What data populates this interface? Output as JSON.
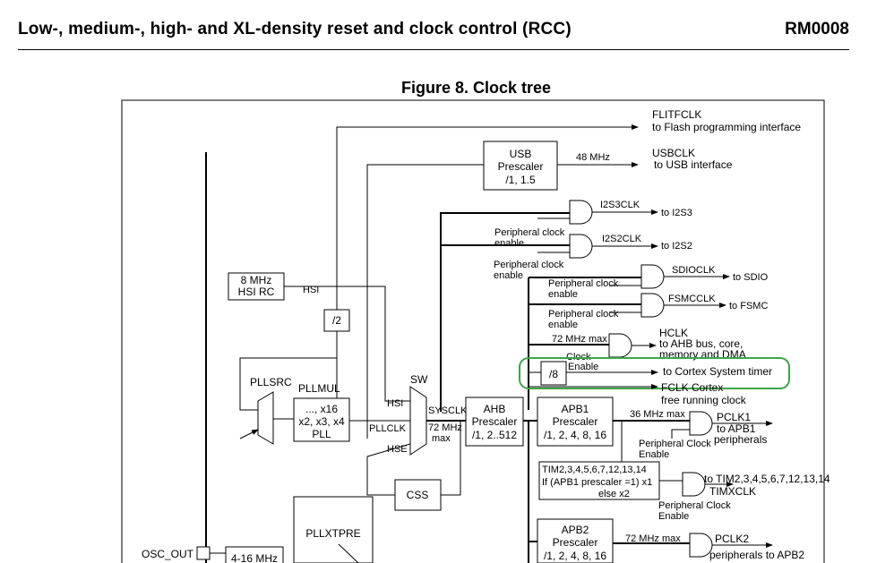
{
  "header": {
    "title": "Low-, medium-, high- and XL-density reset and clock control (RCC)",
    "doc_id": "RM0008"
  },
  "figure": {
    "title": "Figure 8. Clock tree"
  },
  "diagram": {
    "flitfclk": "FLITFCLK",
    "flitfclk_desc": "to Flash programming interface",
    "usb_box": [
      "USB",
      "Prescaler",
      "/1, 1.5"
    ],
    "usb_freq": "48 MHz",
    "usbclk": "USBCLK",
    "usbclk_desc": "to USB interface",
    "i2s3clk": "I2S3CLK",
    "to_i2s3": "to I2S3",
    "i2s2clk": "I2S2CLK",
    "to_i2s2": "to I2S2",
    "sdioclk": "SDIOCLK",
    "to_sdio": "to SDIO",
    "fsmcclk": "FSMCCLK",
    "to_fsmc": "to FSMC",
    "periph_en_1": "Peripheral clock",
    "periph_en_2": "enable",
    "hsi_box": [
      "8 MHz",
      "HSI RC"
    ],
    "hsi": "HSI",
    "div2": "/2",
    "hclk": "HCLK",
    "hclk_desc": [
      "to AHB bus, core,",
      "memory and DMA"
    ],
    "freq_72_max": "72 MHz max",
    "clock_enable": [
      "Clock",
      "Enable"
    ],
    "div8": "/8",
    "systick": "to Cortex System timer",
    "fclk": [
      "FCLK Cortex",
      "free running clock"
    ],
    "pllsrc": "PLLSRC",
    "pllmul": "PLLMUL",
    "pll_box": [
      "..., x16",
      "x2, x3, x4",
      "PLL"
    ],
    "sw": "SW",
    "sysclk": "SYSCLK",
    "sysclk_max": [
      "72 MHz",
      "max"
    ],
    "pllclk": "PLLCLK",
    "hse": "HSE",
    "ahb_box": [
      "AHB",
      "Prescaler",
      "/1, 2..512"
    ],
    "apb1_box": [
      "APB1",
      "Prescaler",
      "/1, 2, 4, 8, 16"
    ],
    "freq_36_max": "36 MHz max",
    "pclk1": "PCLK1",
    "pclk1_desc": [
      "to APB1",
      "peripherals"
    ],
    "periph_clock_enable": [
      "Peripheral Clock",
      "Enable"
    ],
    "tim_list": "TIM2,3,4,5,6,7,12,13,14",
    "tim_if": "If (APB1 prescaler =1) x1",
    "tim_else": "else  x2",
    "tim_to": "to TIM2,3,4,5,6,7,12,13,14",
    "timxclk": "TIMXCLK",
    "css": "CSS",
    "pllxtpre": "PLLXTPRE",
    "apb2_box": [
      "APB2",
      "Prescaler",
      "/1, 2, 4, 8, 16"
    ],
    "pclk2": "PCLK2",
    "pclk2_desc": "peripherals to APB2",
    "osc_out": "OSC_OUT",
    "hse_osc": "4-16 MHz"
  },
  "colors": {
    "highlight": "#3aa64a",
    "ink": "#000000"
  }
}
